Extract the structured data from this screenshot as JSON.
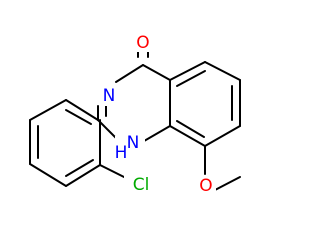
{
  "colors": {
    "background": "#ffffff",
    "bond": "#000000",
    "oxygen": "#ff0000",
    "nitrogen": "#0000ff",
    "chlorine": "#00aa00"
  },
  "atoms": {
    "carbonyl_oxygen": "O",
    "ring_nitrogen_3": "N",
    "ring_nh_n": "N",
    "ring_nh_h": "H",
    "chlorine": "Cl",
    "methoxy_oxygen": "O"
  }
}
